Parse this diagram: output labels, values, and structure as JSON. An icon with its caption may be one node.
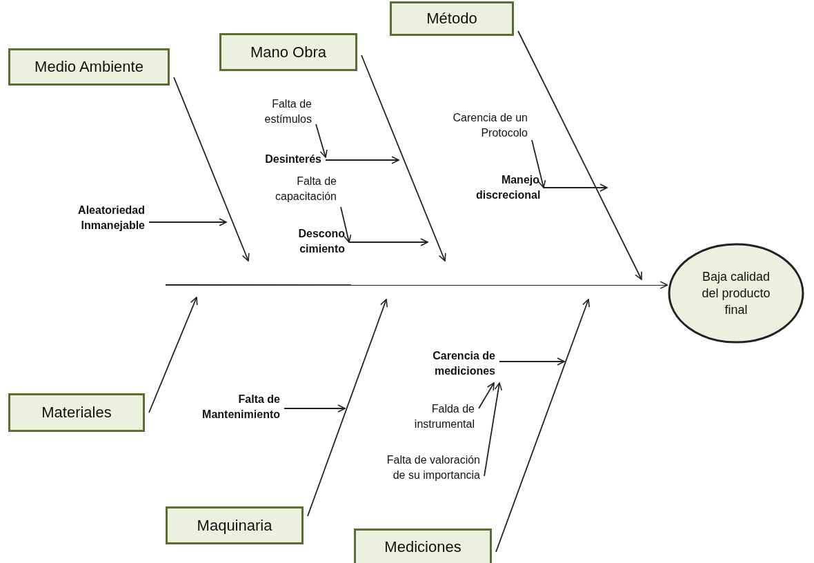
{
  "diagram": {
    "nodes": [
      {
        "text": [
          "Medio Ambiente"
        ]
      },
      {
        "text": [
          "Mano Obra"
        ]
      },
      {
        "text": [
          "Método"
        ]
      },
      {
        "text": [
          "Baja calidad del producto final"
        ]
      },
      {
        "text": [
          "Materiales"
        ]
      },
      {
        "text": [
          "Maquinaria"
        ]
      },
      {
        "text": [
          "Mediciones"
        ]
      },
      {
        "text": [
          "Aleatoriedad Inmanejable"
        ]
      },
      {
        "text": [
          "Falta de estímulos"
        ]
      },
      {
        "text": [
          "Desinterés"
        ]
      },
      {
        "text": [
          "Falta de capacitación"
        ]
      },
      {
        "text": [
          "Descono cimiento"
        ]
      },
      {
        "text": [
          "Carencia de un Protocolo"
        ]
      },
      {
        "text": [
          "Manejo discrecional"
        ]
      },
      {
        "text": [
          "Falta de Mantenimiento"
        ]
      },
      {
        "text": [
          "Carencia de mediciones"
        ]
      },
      {
        "text": [
          "Falda de instrumental"
        ]
      },
      {
        "text": [
          "Falta de valoración de su importancia"
        ]
      }
    ],
    "edges": [
      {
        "from": null,
        "to": 3,
        "arrow": "to"
      },
      {
        "from": 0,
        "to": null,
        "arrow": "to"
      },
      {
        "from": 1,
        "to": null,
        "arrow": "to"
      },
      {
        "from": 2,
        "to": null,
        "arrow": "to"
      },
      {
        "from": 4,
        "to": null,
        "arrow": "to"
      },
      {
        "from": 5,
        "to": null,
        "arrow": "to"
      },
      {
        "from": 6,
        "to": null,
        "arrow": "to"
      },
      {
        "from": 7,
        "to": null,
        "arrow": "to"
      },
      {
        "from": 8,
        "to": 9,
        "arrow": "to"
      },
      {
        "from": 9,
        "to": null,
        "arrow": "to"
      },
      {
        "from": 10,
        "to": 11,
        "arrow": "to"
      },
      {
        "from": 11,
        "to": null,
        "arrow": "to"
      },
      {
        "from": 12,
        "to": 13,
        "arrow": "to"
      },
      {
        "from": 13,
        "to": null,
        "arrow": "to"
      },
      {
        "from": 14,
        "to": null,
        "arrow": "to"
      },
      {
        "from": 15,
        "to": null,
        "arrow": "to"
      },
      {
        "from": 16,
        "to": 15,
        "arrow": "to"
      },
      {
        "from": 17,
        "to": 15,
        "arrow": "to"
      }
    ]
  }
}
